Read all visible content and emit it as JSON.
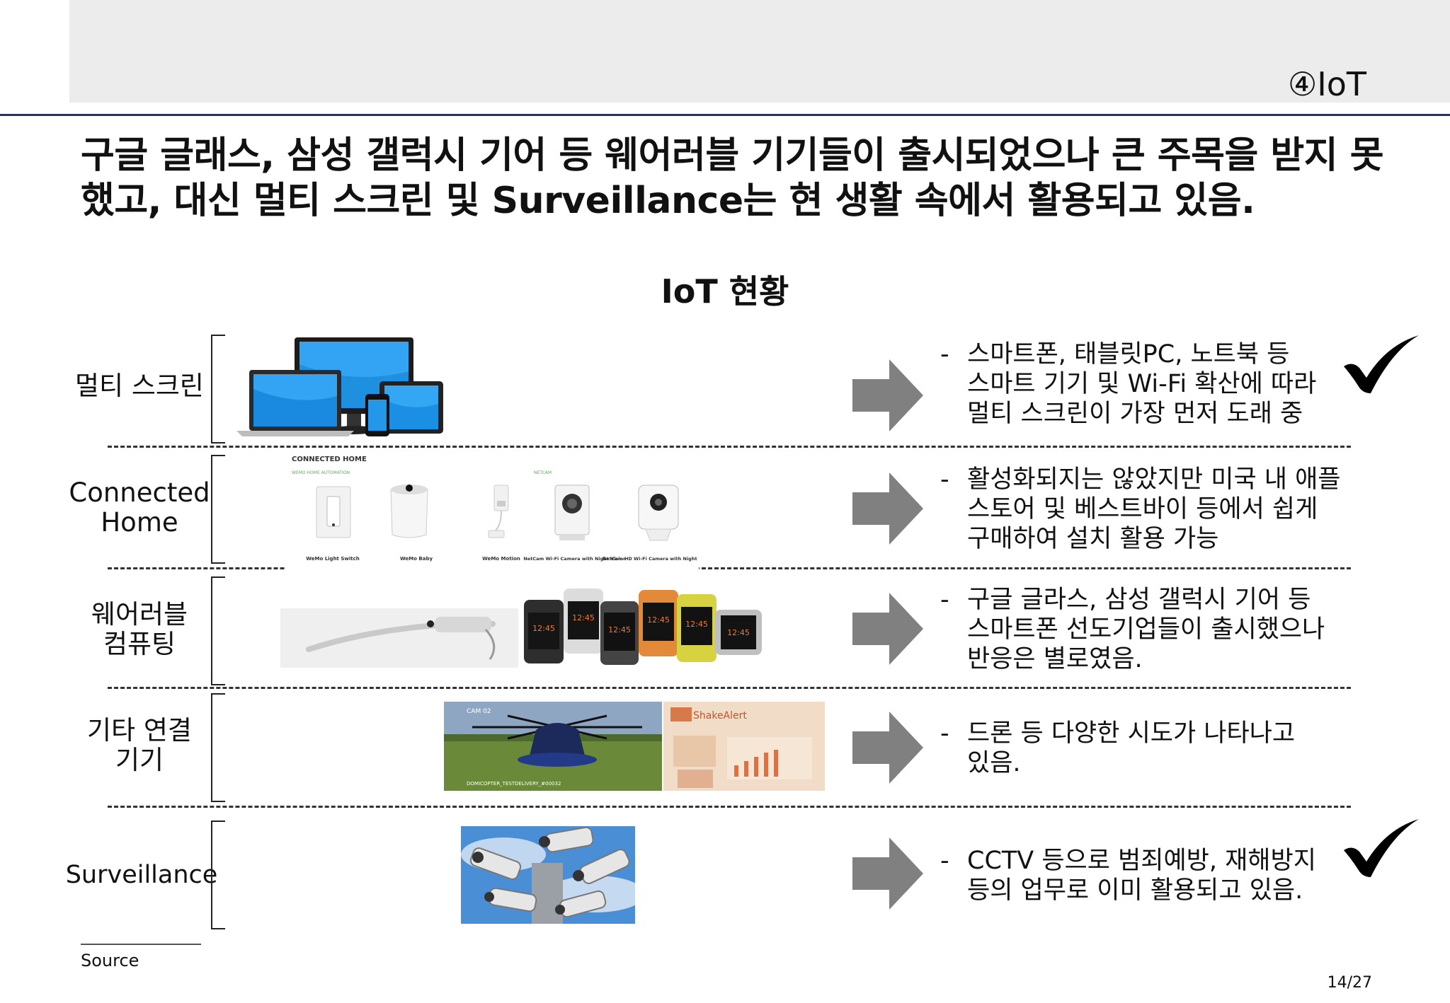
{
  "header": {
    "section_tag": "④IoT"
  },
  "headline": "구글 글래스, 삼성 갤럭시 기어 등 웨어러블 기기들이 출시되었으나 큰 주목을 받지 못했고, 대신 멀티 스크린 및 Surveillance는 현 생활 속에서 활용되고 있음.",
  "subtitle": "IoT 현황",
  "rows": [
    {
      "label": "멀티 스크린",
      "desc": "스마트폰, 태블릿PC, 노트북 등\n스마트 기기 및 Wi-Fi 확산에 따라\n멀티 스크린이 가장 먼저 도래 중",
      "checked": true
    },
    {
      "label": "Connected\nHome",
      "desc": "활성화되지는 않았지만 미국 내 애플\n스토어 및 베스트바이 등에서 쉽게\n구매하여 설치 활용 가능",
      "checked": false
    },
    {
      "label": "웨어러블\n컴퓨팅",
      "desc": "구글 글라스, 삼성 갤럭시 기어 등\n스마트폰 선도기업들이 출시했으나\n반응은 별로였음.",
      "checked": false
    },
    {
      "label": "기타 연결\n기기",
      "desc": "드론 등 다양한 시도가 나타나고\n있음.",
      "checked": false
    },
    {
      "label": "Surveillance",
      "desc": "CCTV 등으로 범죄예방, 재해방지\n등의 업무로 이미 활용되고 있음.",
      "checked": true
    }
  ],
  "connected_home_image": {
    "heading": "CONNECTED HOME",
    "left_group": "WEMO HOME AUTOMATION",
    "right_group": "NETCAM",
    "captions": [
      "WeMo Light Switch",
      "WeMo Baby",
      "WeMo Motion",
      "NetCam Wi-Fi Camera with Night Vision",
      "NetCam HD Wi-Fi Camera with Night Vision"
    ]
  },
  "wearable_image": {
    "watch_time": "12:45"
  },
  "drone_image": {
    "cam_label": "CAM 02",
    "caption": "DOMICOPTER_TESTDELIVERY_#00032",
    "alert_title": "ShakeAlert"
  },
  "footer": {
    "source_label": "Source",
    "page": "14/27"
  },
  "colors": {
    "rule": "#2b2d7a",
    "arrow": "#808080",
    "topbar": "#ececec"
  }
}
